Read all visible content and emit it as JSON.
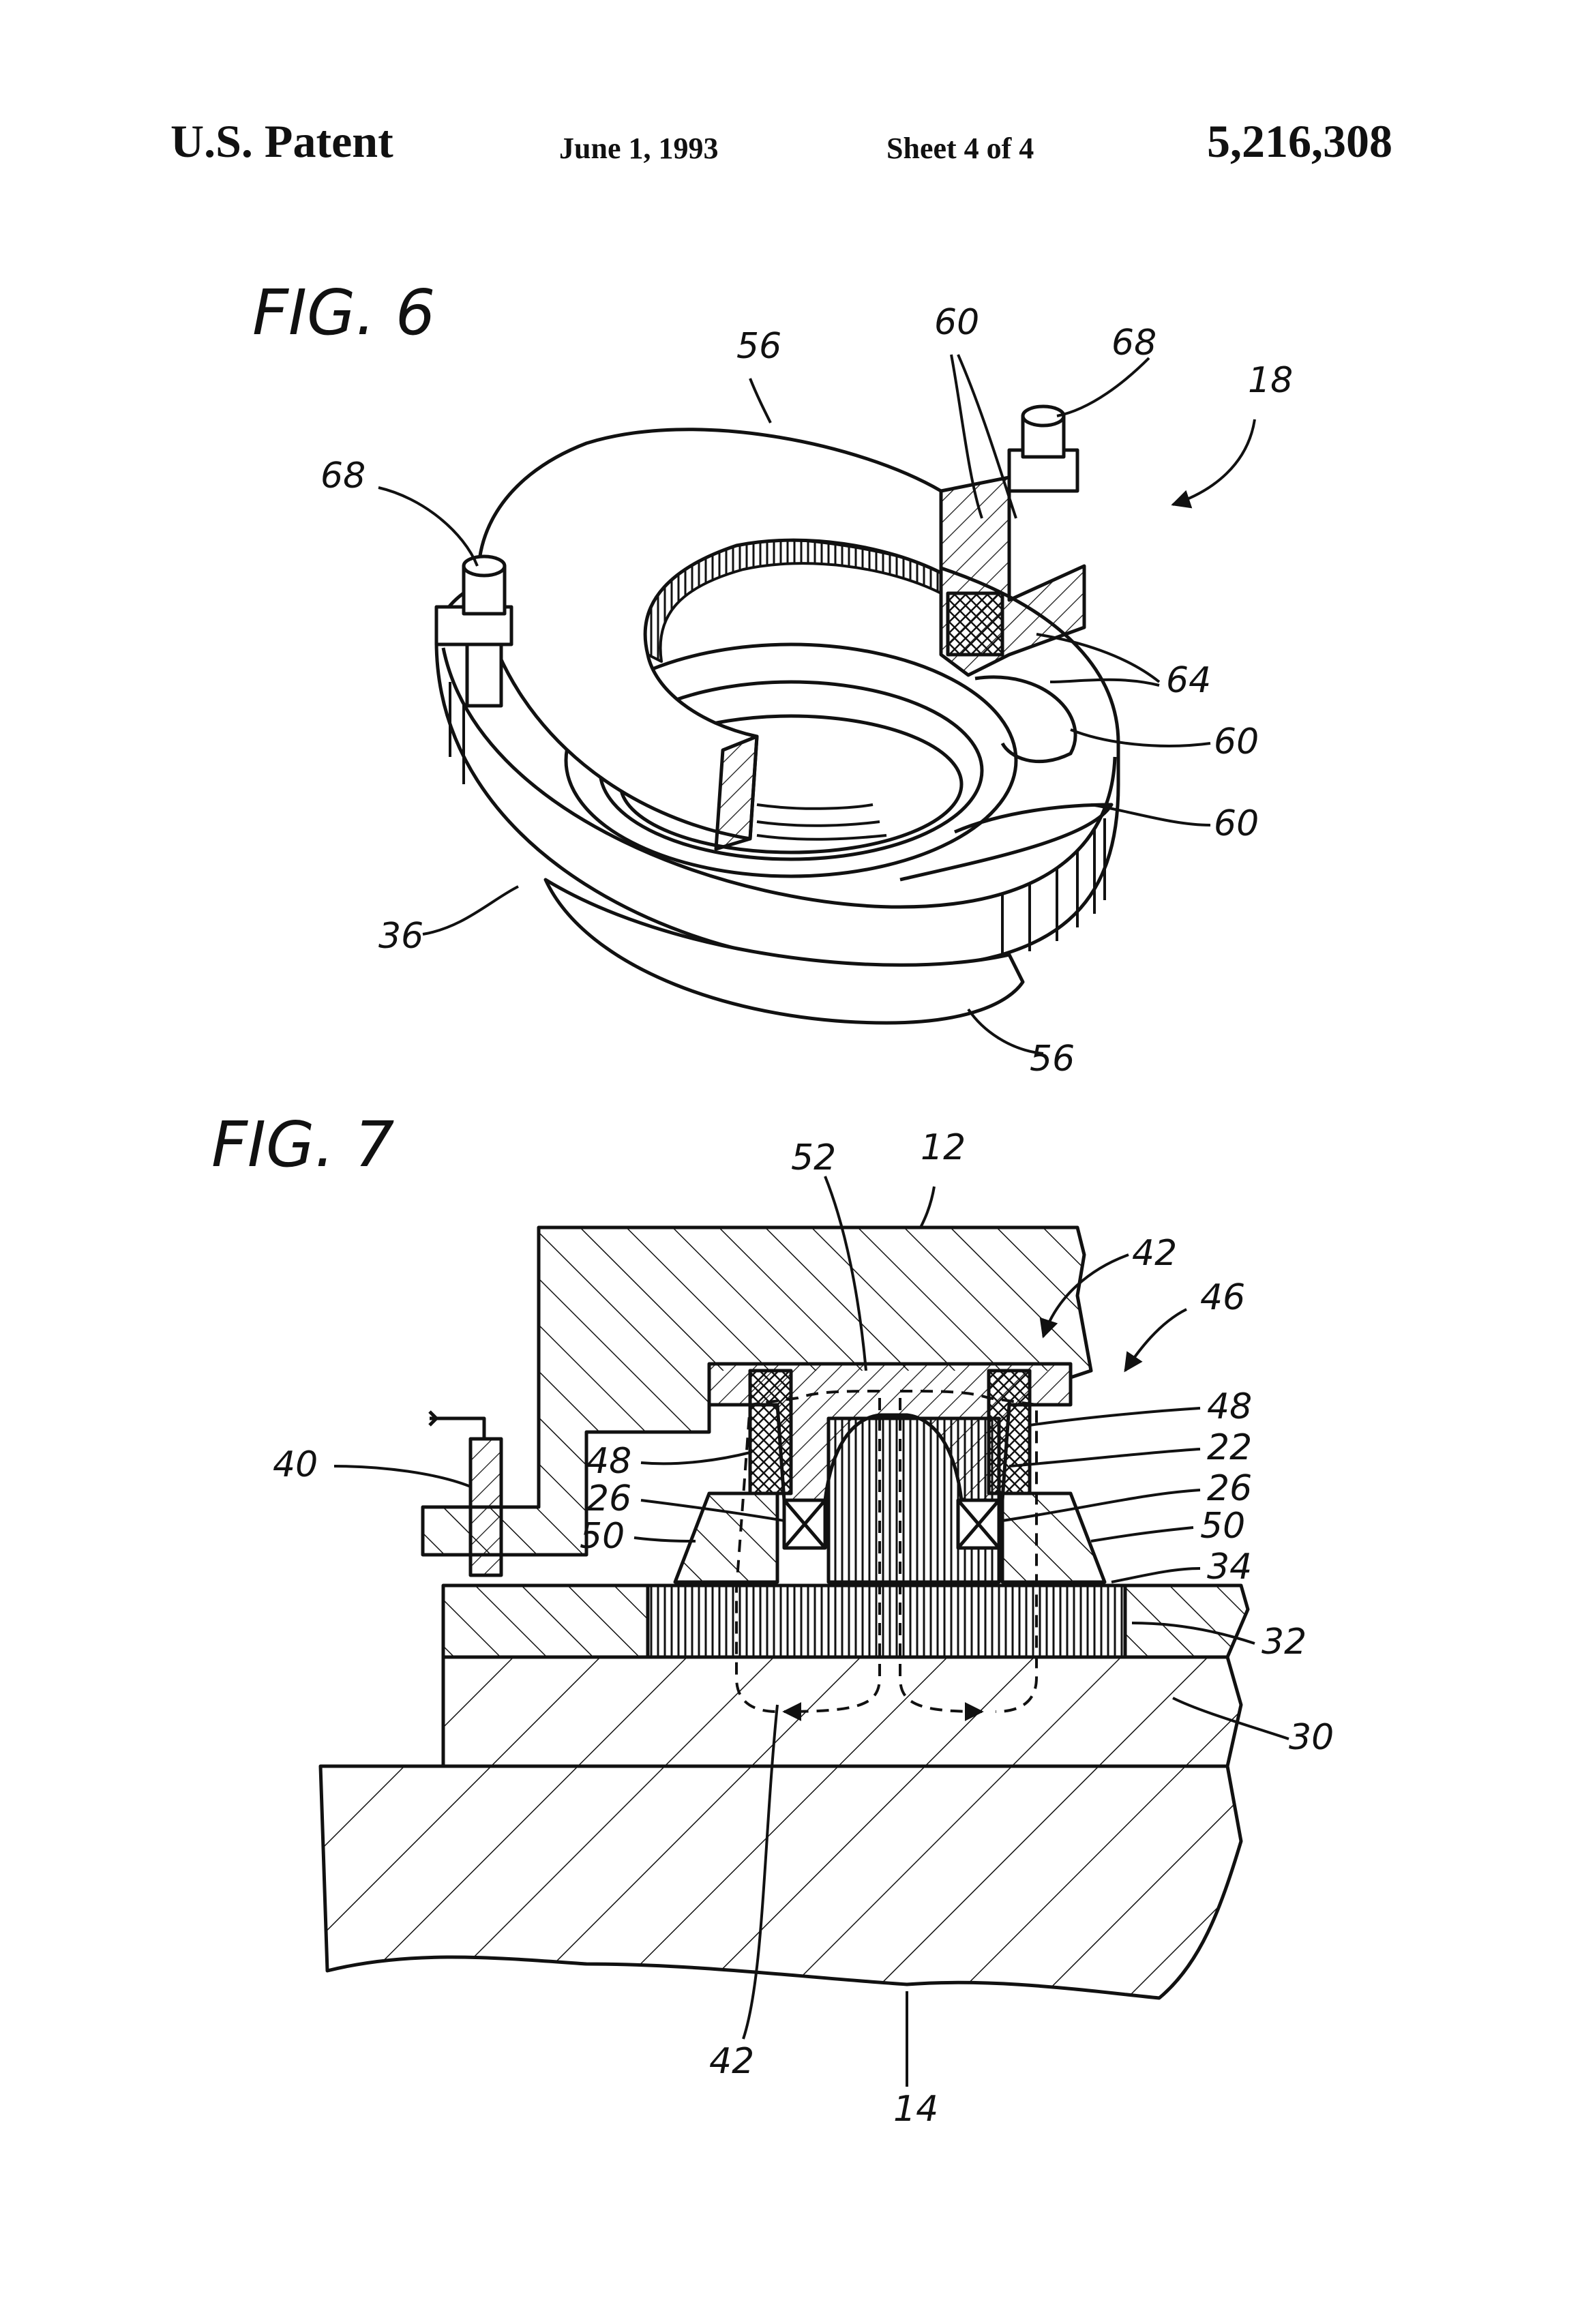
{
  "header": {
    "publication": "U.S. Patent",
    "date": "June 1, 1993",
    "sheet": "Sheet 4 of 4",
    "patent_number": "5,216,308"
  },
  "fig6": {
    "title": "FIG. 6",
    "refs": {
      "r56_top": "56",
      "r60_top": "60",
      "r68_right": "68",
      "r18": "18",
      "r68_left": "68",
      "r64": "64",
      "r60_mid": "60",
      "r60_low": "60",
      "r36": "36",
      "r56_bottom": "56"
    }
  },
  "fig7": {
    "title": "FIG. 7",
    "refs": {
      "r52": "52",
      "r12": "12",
      "r42_top": "42",
      "r46": "46",
      "r40": "40",
      "r48_left": "48",
      "r26_left": "26",
      "r50_left": "50",
      "r48_right": "48",
      "r22": "22",
      "r26_right": "26",
      "r50_right": "50",
      "r34": "34",
      "r32": "32",
      "r30": "30",
      "r42_bottom": "42",
      "r14": "14"
    }
  }
}
